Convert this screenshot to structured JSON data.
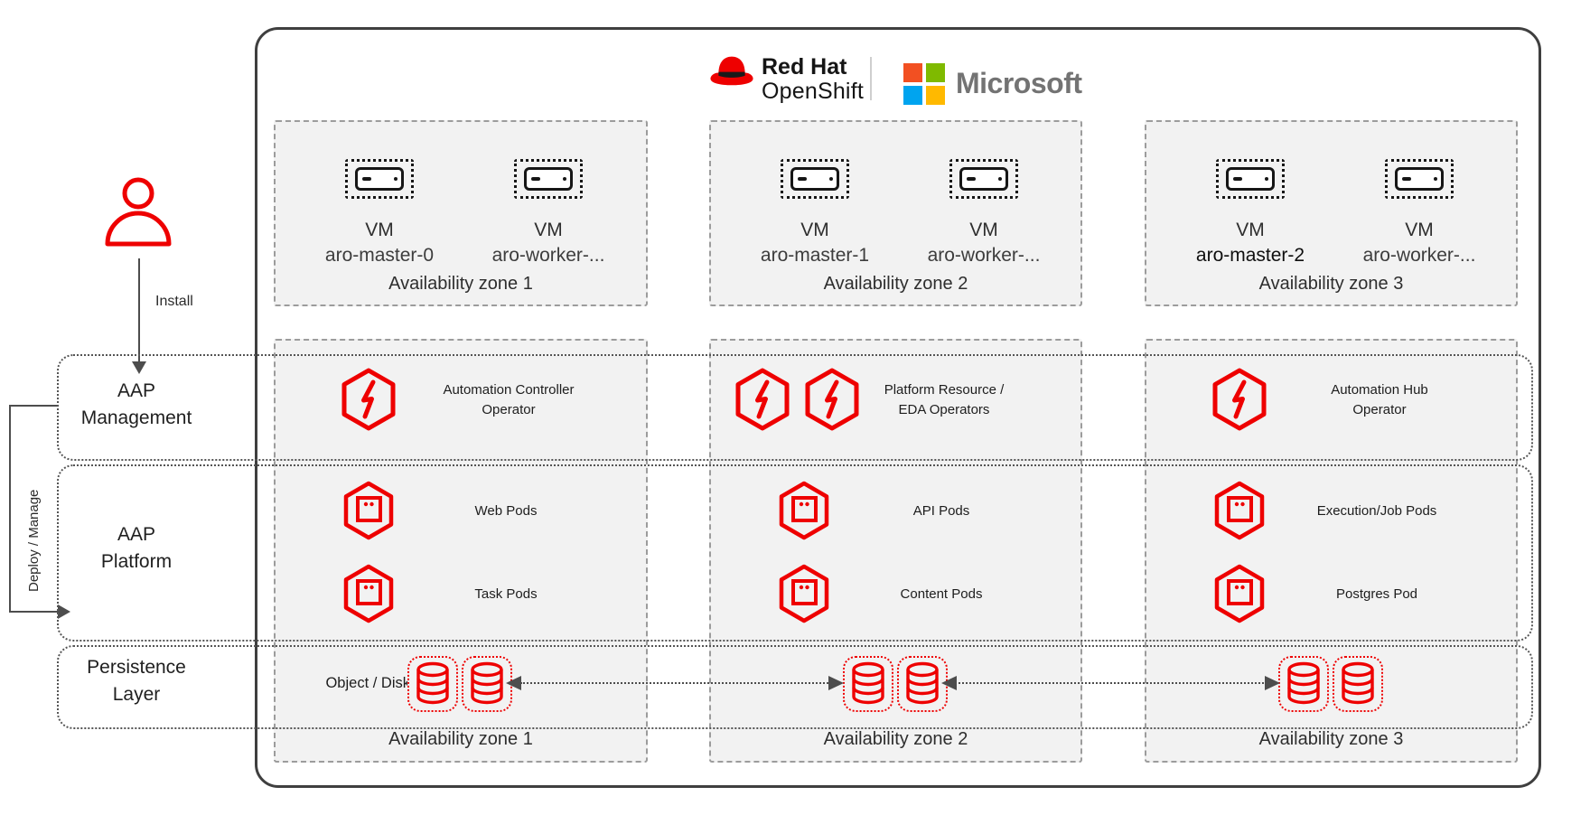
{
  "colors": {
    "accent_red": "#ee0000",
    "line_gray": "#4d4d4d",
    "box_fill": "#f2f2f2",
    "dashed_border": "#9c9c9c",
    "ms_red": "#f25022",
    "ms_green": "#7fba00",
    "ms_blue": "#00a4ef",
    "ms_yellow": "#ffb900"
  },
  "header": {
    "redhat_brand": "Red Hat",
    "redhat_product": "OpenShift",
    "microsoft_label": "Microsoft"
  },
  "left_panel": {
    "install_label": "Install",
    "deploy_manage_label": "Deploy / Manage",
    "rows": [
      {
        "line1": "AAP",
        "line2": "Management"
      },
      {
        "line1": "AAP",
        "line2": "Platform"
      },
      {
        "line1": "Persistence",
        "line2": "Layer"
      }
    ]
  },
  "zones": [
    {
      "top_label": "Availability zone 1",
      "bottom_label": "Availability zone 1",
      "vms": [
        {
          "type": "VM",
          "name": "aro-master-0"
        },
        {
          "type": "VM",
          "name": "aro-worker-..."
        }
      ],
      "operator_label": {
        "line1": "Automation Controller",
        "line2": "Operator"
      },
      "pods": [
        "Web Pods",
        "Task Pods"
      ],
      "storage_label": "Object / Disk"
    },
    {
      "top_label": "Availability zone 2",
      "bottom_label": "Availability zone 2",
      "vms": [
        {
          "type": "VM",
          "name": "aro-master-1"
        },
        {
          "type": "VM",
          "name": "aro-worker-..."
        }
      ],
      "operator_label": {
        "line1": "Platform Resource /",
        "line2": "EDA Operators"
      },
      "pods": [
        "API Pods",
        "Content Pods"
      ]
    },
    {
      "top_label": "Availability zone 3",
      "bottom_label": "Availability zone 3",
      "vms": [
        {
          "type": "VM",
          "name": "aro-master-2"
        },
        {
          "type": "VM",
          "name": "aro-worker-..."
        }
      ],
      "operator_label": {
        "line1": "Automation Hub",
        "line2": "Operator"
      },
      "pods": [
        "Execution/Job Pods",
        "Postgres Pod"
      ]
    }
  ]
}
